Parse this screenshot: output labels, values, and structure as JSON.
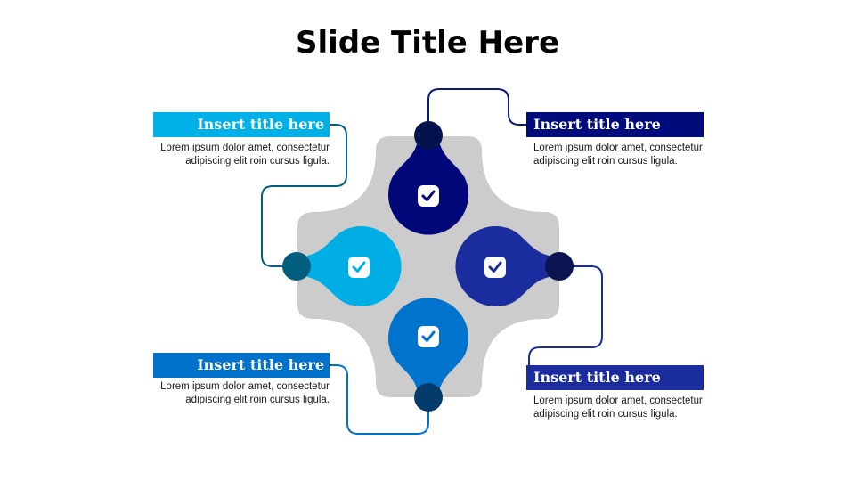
{
  "slide": {
    "title": "Slide Title Here"
  },
  "colors": {
    "background_shape": "#cccccc",
    "top": "#02087a",
    "top_dot": "#04124d",
    "left": "#00aee6",
    "left_dot": "#015e7e",
    "right": "#1b2c9e",
    "right_dot": "#091451",
    "bottom": "#0073cc",
    "bottom_dot": "#033b6b",
    "check_icon": "check-icon"
  },
  "items": {
    "top_left": {
      "title": "Insert title here",
      "text": "Lorem ipsum dolor amet, consectetur adipiscing  elit roin cursus ligula.",
      "bar_color": "#00b0e6"
    },
    "top_right": {
      "title": "Insert title here",
      "text": "Lorem ipsum dolor amet, consectetur adipiscing  elit roin cursus ligula.",
      "bar_color": "#000c7c"
    },
    "bottom_left": {
      "title": "Insert title here",
      "text": "Lorem ipsum dolor amet, consectetur adipiscing  elit roin cursus ligula.",
      "bar_color": "#0072cc"
    },
    "bottom_right": {
      "title": "Insert title here",
      "text": "Lorem ipsum dolor amet, consectetur adipiscing  elit roin cursus ligula.",
      "bar_color": "#1b2c9e"
    }
  }
}
